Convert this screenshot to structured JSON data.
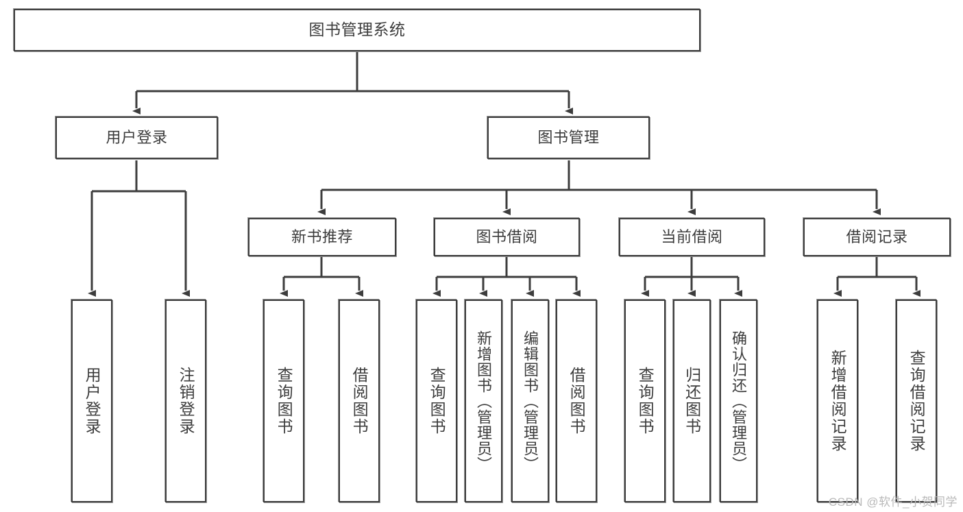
{
  "diagram": {
    "title": "图书管理系统",
    "watermark": "CSDN @软件_小贺同学",
    "line_color": "#3d3d3d",
    "box_border_color": "#3d3d3d",
    "text_color": "#3c3c3c",
    "background": "#ffffff"
  },
  "nodes": {
    "root": {
      "label": "图书管理系统"
    },
    "level2": [
      {
        "label": "用户登录"
      },
      {
        "label": "图书管理"
      }
    ],
    "level3": [
      {
        "label": "新书推荐"
      },
      {
        "label": "图书借阅"
      },
      {
        "label": "当前借阅"
      },
      {
        "label": "借阅记录"
      }
    ],
    "leaves": {
      "user_login": [
        {
          "label": "用户登录"
        },
        {
          "label": "注销登录"
        }
      ],
      "new_book": [
        {
          "label": "查询图书"
        },
        {
          "label": "借阅图书"
        }
      ],
      "book_borrow": [
        {
          "label": "查询图书"
        },
        {
          "label": "新增图书（管理员）"
        },
        {
          "label": "编辑图书（管理员）"
        },
        {
          "label": "借阅图书"
        }
      ],
      "current_borrow": [
        {
          "label": "查询图书"
        },
        {
          "label": "归还图书"
        },
        {
          "label": "确认归还（管理员）"
        }
      ],
      "borrow_record": [
        {
          "label": "新增借阅记录"
        },
        {
          "label": "查询借阅记录"
        }
      ]
    }
  }
}
